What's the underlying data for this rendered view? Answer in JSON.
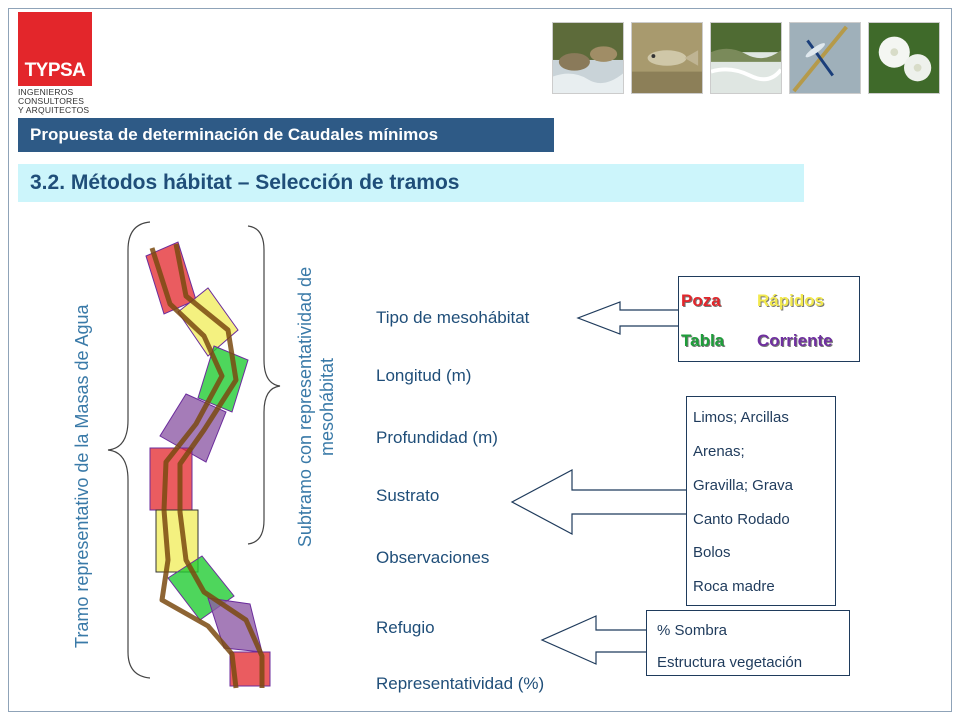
{
  "logo": {
    "brand": "TYPSA",
    "subtitle": [
      "INGENIEROS",
      "CONSULTORES",
      "Y ARQUITECTOS"
    ]
  },
  "photos": [
    "river-rocks-photo",
    "fish-photo",
    "rapids-photo",
    "dragonfly-photo",
    "white-flowers-photo"
  ],
  "header": {
    "title": "Propuesta de determinación de Caudales mínimos",
    "section": "3.2. Métodos hábitat – Selección de tramos"
  },
  "labels": {
    "tramo": "Tramo representativo de la Masas de Agua",
    "subtramo": "Subtramo con representatividad de mesohábitat"
  },
  "attributes": [
    "Tipo de mesohábitat",
    "Longitud (m)",
    "Profundidad (m)",
    "Sustrato",
    "Observaciones",
    "Refugio",
    "Representatividad (%)"
  ],
  "mesohabitat": {
    "poza": "Poza",
    "rapidos": "Rápidos",
    "tabla": "Tabla",
    "corriente": "Corriente"
  },
  "sustrato": [
    "Limos; Arcillas",
    "Arenas;",
    "Gravilla; Grava",
    "Canto Rodado",
    "Bolos",
    "Roca madre"
  ],
  "refugio": [
    "% Sombra",
    "Estructura vegetación"
  ],
  "colors": {
    "poza": "#e3262b",
    "rapidos": "#f2e94e",
    "tabla": "#1e9e3a",
    "corriente": "#7030a0",
    "header_bar": "#2e5a86",
    "section_bar": "#ccf5fb"
  }
}
